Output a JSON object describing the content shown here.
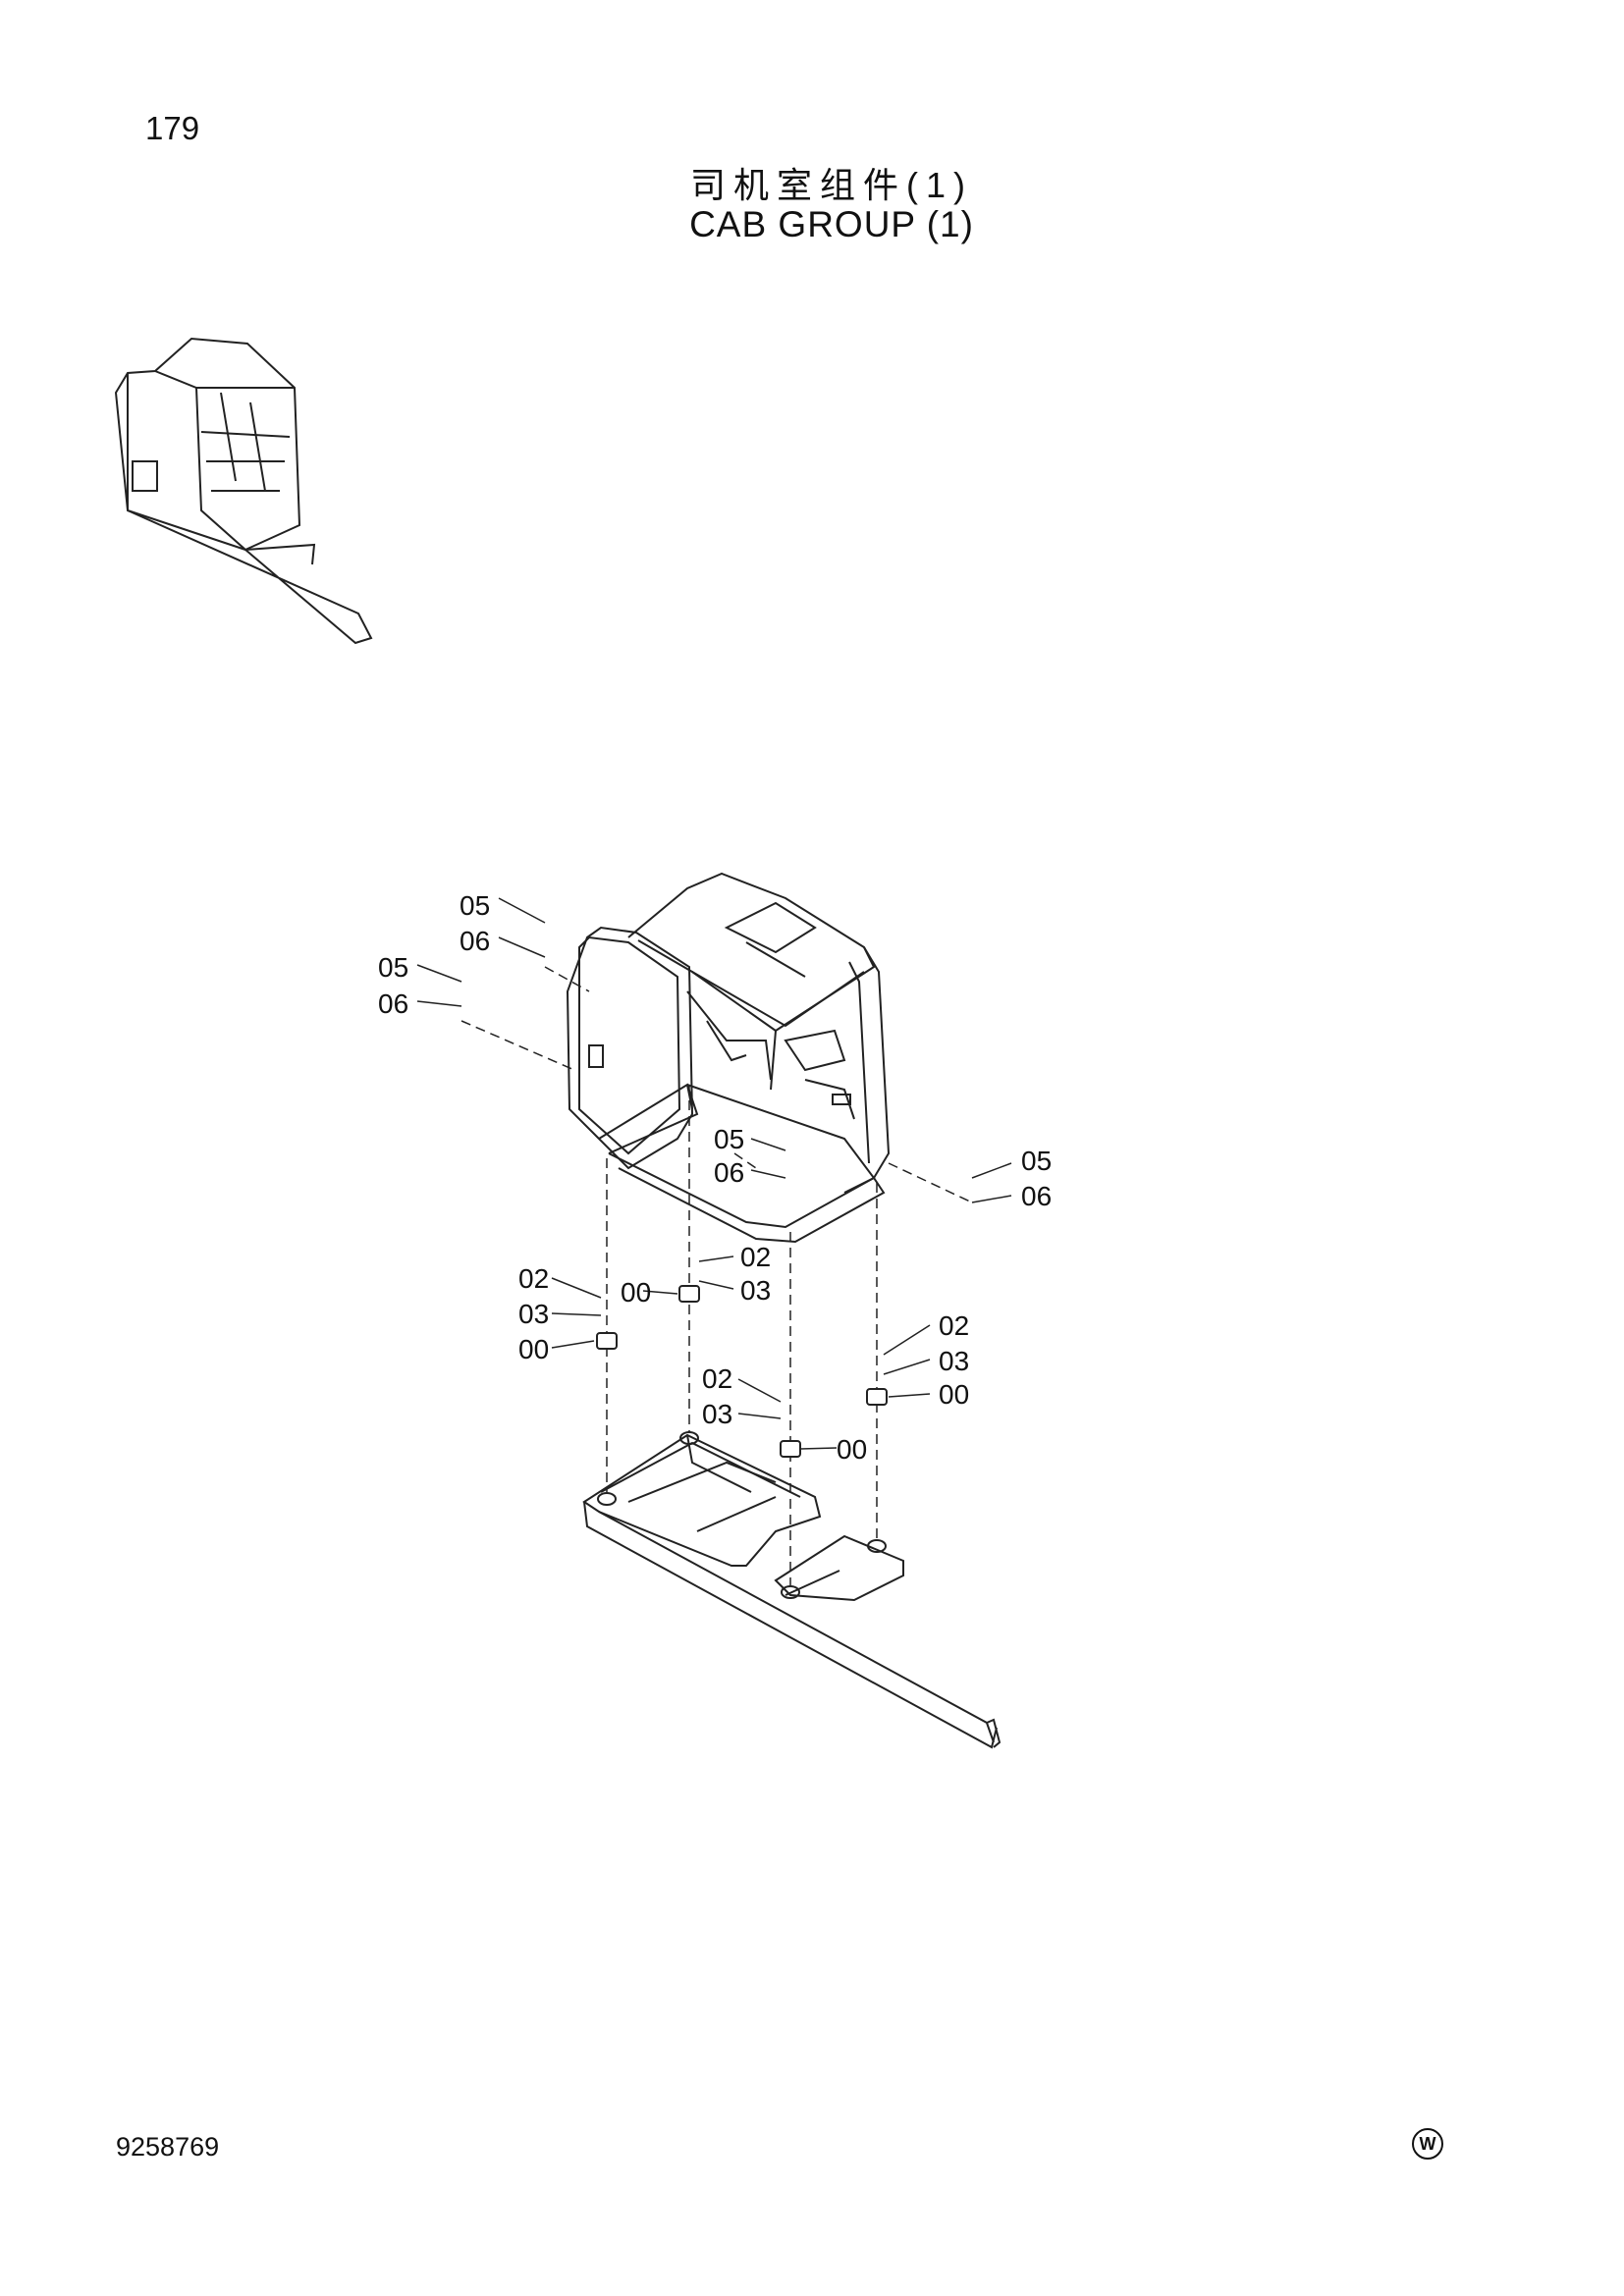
{
  "page": {
    "page_number": "179",
    "title_cn": "司机室组件(1)",
    "title_en": "CAB GROUP (1)",
    "document_number": "9258769",
    "corner_mark": "W"
  },
  "callouts": [
    {
      "label": "05"
    },
    {
      "label": "06"
    },
    {
      "label": "05"
    },
    {
      "label": "06"
    },
    {
      "label": "05"
    },
    {
      "label": "06"
    },
    {
      "label": "05"
    },
    {
      "label": "06"
    },
    {
      "label": "02"
    },
    {
      "label": "03"
    },
    {
      "label": "00"
    },
    {
      "label": "00"
    },
    {
      "label": "02"
    },
    {
      "label": "03"
    },
    {
      "label": "02"
    },
    {
      "label": "03"
    },
    {
      "label": "00"
    },
    {
      "label": "02"
    },
    {
      "label": "03"
    },
    {
      "label": "00"
    }
  ]
}
